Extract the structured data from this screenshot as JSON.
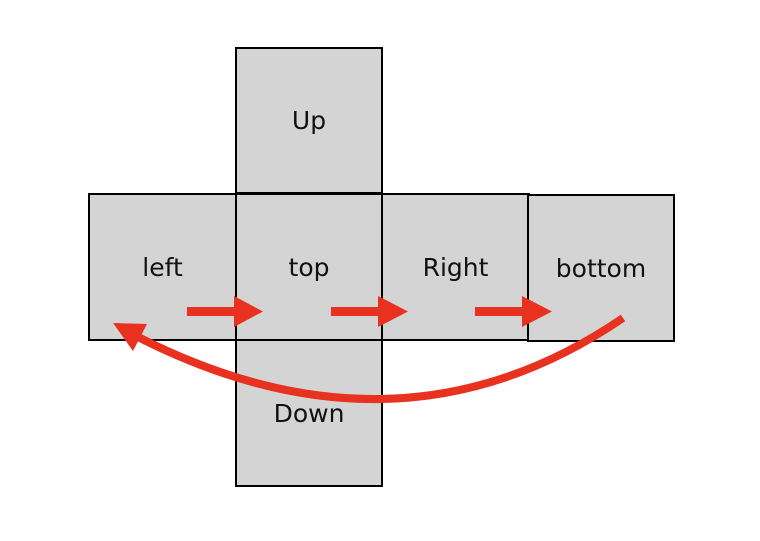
{
  "faces": {
    "up": "Up",
    "left": "left",
    "top": "top",
    "right": "Right",
    "bottom": "bottom",
    "down": "Down"
  },
  "colors": {
    "face": "#d4d4d4",
    "arrow": "#e8311f",
    "border": "#000000"
  }
}
